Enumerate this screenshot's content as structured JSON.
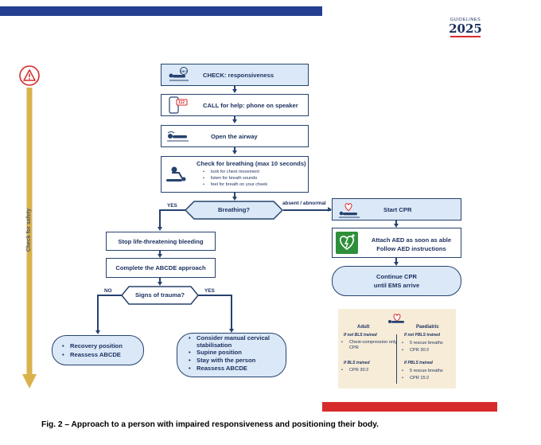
{
  "header": {
    "logo_line1": "GUIDELINES",
    "logo_year": "2025",
    "colors": {
      "top_bar": "#243f8f",
      "bottom_bar": "#d72b2b",
      "accent": "#1a2f5e"
    }
  },
  "safety": {
    "label": "Check for safety",
    "icon": "warning-triangle-icon"
  },
  "steps": {
    "check": "CHECK: responsiveness",
    "call": "CALL for help: phone on speaker",
    "call_badge": "112",
    "airway": "Open the airway",
    "breathing_title": "Check for breathing (max 10 seconds)",
    "breathing_items": [
      "look for chest movement",
      "listen for breath sounds",
      "feel for breath on your cheek"
    ]
  },
  "decision_breathing": {
    "label": "Breathing?",
    "yes": "YES",
    "no": "absent / abnormal"
  },
  "left_branch": {
    "bleeding": "Stop life-threatening bleeding",
    "abcde": "Complete the ABCDE approach",
    "trauma_question": "Signs of trauma?",
    "no": "NO",
    "yes": "YES",
    "no_outcome": [
      "Recovery position",
      "Reassess ABCDE"
    ],
    "yes_outcome": [
      "Consider manual cervical stabilisation",
      "Supine position",
      "Stay with the person",
      "Reassess ABCDE"
    ]
  },
  "right_branch": {
    "start_cpr": "Start CPR",
    "aed_line1": "Attach AED as soon as able",
    "aed_line2": "Follow AED instructions",
    "continue_line1": "Continue CPR",
    "continue_line2": "until EMS arrive"
  },
  "cpr_table": {
    "adult_title": "Adult",
    "paed_title": "Paediatric",
    "adult_not_trained": "If not BLS trained",
    "adult_not_items": [
      "Chest-compression only CPR"
    ],
    "adult_trained": "If BLS trained",
    "adult_trained_items": [
      "CPR 30:2"
    ],
    "paed_not_trained": "If not PBLS trained",
    "paed_not_items": [
      "5 rescue breaths",
      "CPR 30:2"
    ],
    "paed_trained": "If PBLS trained",
    "paed_trained_items": [
      "5 rescue breaths",
      "CPR 15:2"
    ]
  },
  "caption": "Fig. 2 – Approach to a person with impaired responsiveness and positioning their body."
}
